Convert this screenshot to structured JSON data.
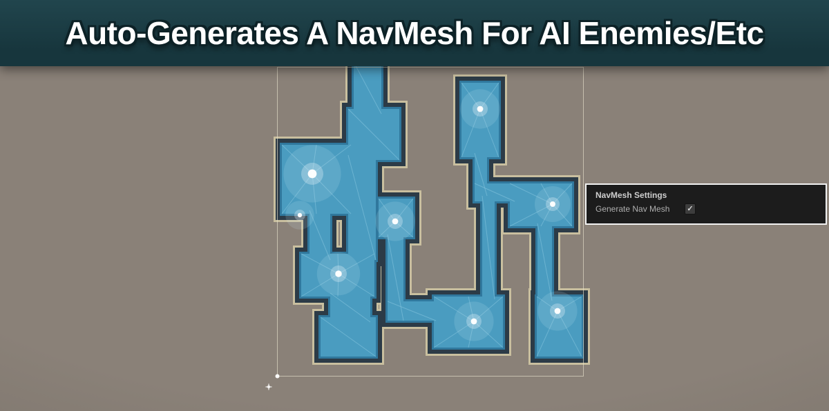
{
  "banner": {
    "title": "Auto-Generates A NavMesh For AI Enemies/Etc"
  },
  "panel": {
    "title": "NavMesh Settings",
    "setting_label": "Generate Nav Mesh",
    "checkbox_checked": true,
    "checkbox_glyph": "✓"
  },
  "colors": {
    "banner_bg": "#17363d",
    "banner_text": "#ffffff",
    "banner_outline": "#0d2227",
    "viewport_bg": "#8a8178",
    "wall_trim": "#c9bf9f",
    "wall_dark": "#2c3b47",
    "navmesh_blue": "#4a9cc0",
    "navmesh_blue_dark": "#30789d",
    "tri_line": "#8ecbe2",
    "panel_bg": "#1c1c1c",
    "panel_border": "#f2f2f2",
    "panel_title": "#cfcfcf",
    "panel_label": "#b0b0b0",
    "selection_outline": "#e8e2cc"
  }
}
